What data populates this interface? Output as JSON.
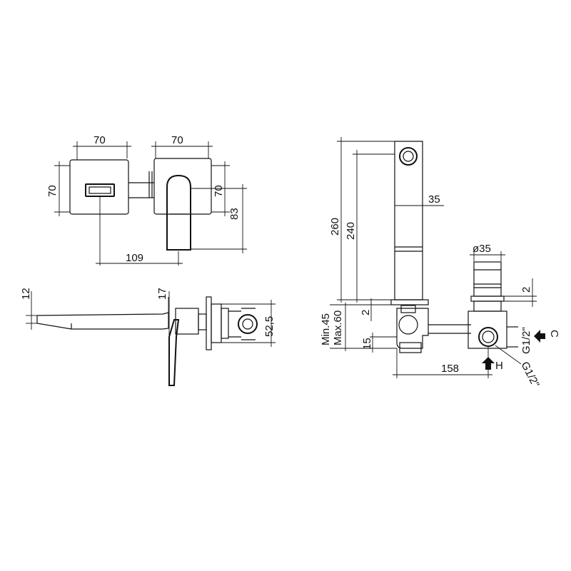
{
  "front_view": {
    "dim_plate_left_width": "70",
    "dim_plate_right_width": "70",
    "dim_plate_height_left": "70",
    "dim_plate_height_right": "70",
    "dim_handle_drop": "83",
    "dim_center_distance": "109"
  },
  "side_view": {
    "dim_spout_thickness": "12",
    "dim_handle_thickness": "17",
    "dim_body_depth": "52,5"
  },
  "section_view": {
    "dim_total_height": "260",
    "dim_spout_height": "240",
    "dim_spout_width": "35",
    "dim_diameter": "ø35",
    "dim_plate_gap_right": "2",
    "dim_plate_gap_left": "2",
    "dim_min_depth": "Min.45",
    "dim_max_depth": "Max.60",
    "dim_offset": "15",
    "dim_width": "158",
    "inlet_cold_thread": "G1/2\"",
    "inlet_hot_thread": "G1/2\"",
    "label_cold": "C",
    "label_hot": "H"
  },
  "colors": {
    "line": "#111111",
    "background": "#ffffff"
  }
}
